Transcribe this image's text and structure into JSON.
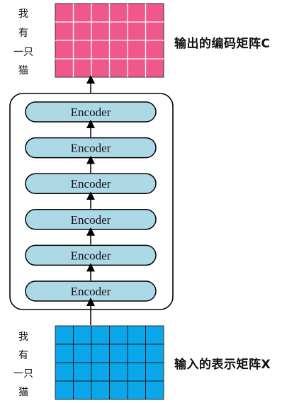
{
  "output": {
    "tokens": [
      "我",
      "有",
      "一只",
      "猫"
    ],
    "caption": "输出的编码矩阵C",
    "grid": {
      "rows": 4,
      "cols": 6,
      "color": "#f0588c"
    }
  },
  "input": {
    "tokens": [
      "我",
      "有",
      "一只",
      "猫"
    ],
    "caption": "输入的表示矩阵X",
    "grid": {
      "rows": 4,
      "cols": 6,
      "color": "#0aa7ea"
    }
  },
  "encoder_stack": {
    "encoders": [
      "Encoder",
      "Encoder",
      "Encoder",
      "Encoder",
      "Encoder",
      "Encoder"
    ],
    "fill": "#add8e6"
  }
}
